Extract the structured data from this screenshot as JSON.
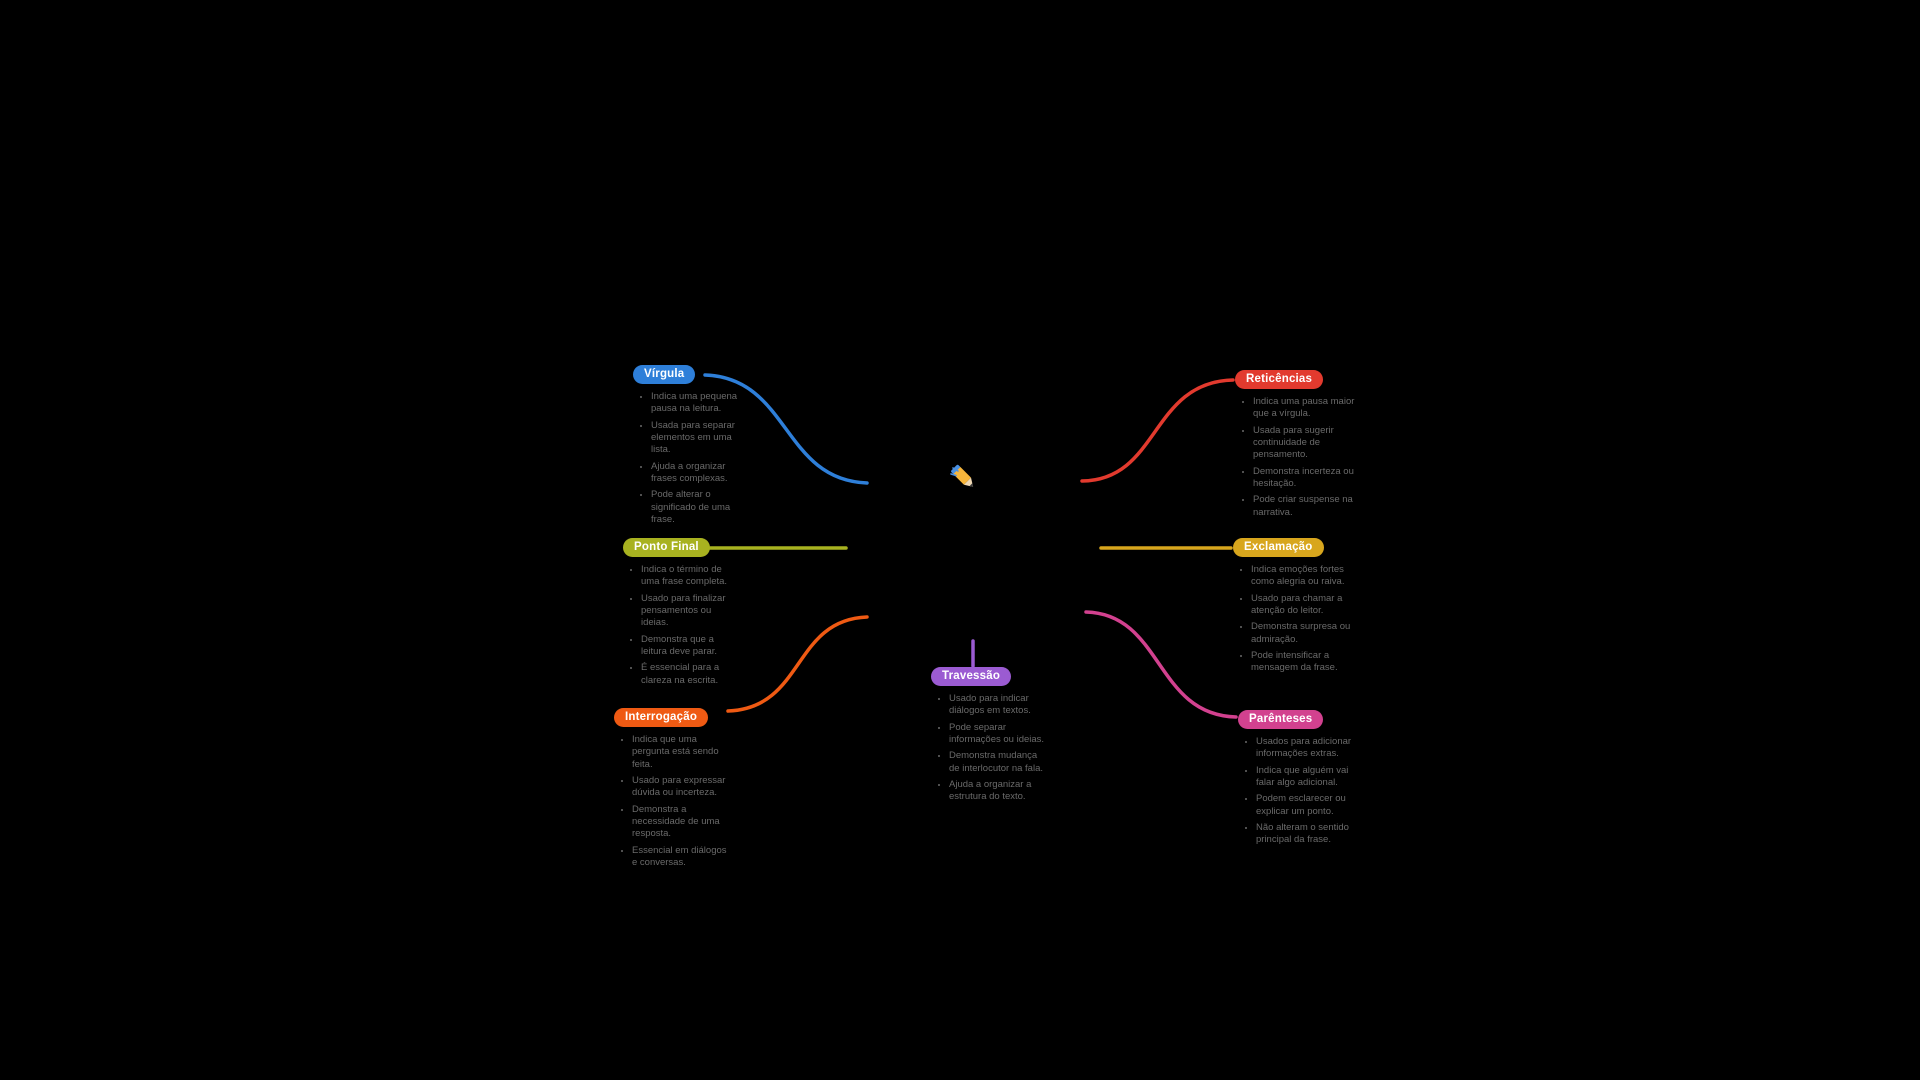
{
  "background": "#000000",
  "center": {
    "icon": "pencil-icon"
  },
  "nodes": [
    {
      "label": "Vírgula",
      "color": "#2e7fd9",
      "items": [
        "Indica uma pequena pausa na leitura.",
        "Usada para separar elementos em uma lista.",
        "Ajuda a organizar frases complexas.",
        "Pode alterar o significado de uma frase."
      ]
    },
    {
      "label": "Ponto Final",
      "color": "#a8b220",
      "items": [
        "Indica o término de uma frase completa.",
        "Usado para finalizar pensamentos ou ideias.",
        "Demonstra que a leitura deve parar.",
        "É essencial para a clareza na escrita."
      ]
    },
    {
      "label": "Interrogação",
      "color": "#ef5a13",
      "items": [
        "Indica que uma pergunta está sendo feita.",
        "Usado para expressar dúvida ou incerteza.",
        "Demonstra a necessidade de uma resposta.",
        "Essencial em diálogos e conversas."
      ]
    },
    {
      "label": "Reticências",
      "color": "#e23a2e",
      "items": [
        "Indica uma pausa maior que a vírgula.",
        "Usada para sugerir continuidade de pensamento.",
        "Demonstra incerteza ou hesitação.",
        "Pode criar suspense na narrativa."
      ]
    },
    {
      "label": "Exclamação",
      "color": "#d8a61d",
      "items": [
        "Indica emoções fortes como alegria ou raiva.",
        "Usado para chamar a atenção do leitor.",
        "Demonstra surpresa ou admiração.",
        "Pode intensificar a mensagem da frase."
      ]
    },
    {
      "label": "Parênteses",
      "color": "#d2418f",
      "items": [
        "Usados para adicionar informações extras.",
        "Indica que alguém vai falar algo adicional.",
        "Podem esclarecer ou explicar um ponto.",
        "Não alteram o sentido principal da frase."
      ]
    },
    {
      "label": "Travessão",
      "color": "#9b5bd2",
      "items": [
        "Usado para indicar diálogos em textos.",
        "Pode separar informações ou ideias.",
        "Demonstra mudança de interlocutor na fala.",
        "Ajuda a organizar a estrutura do texto."
      ]
    }
  ]
}
